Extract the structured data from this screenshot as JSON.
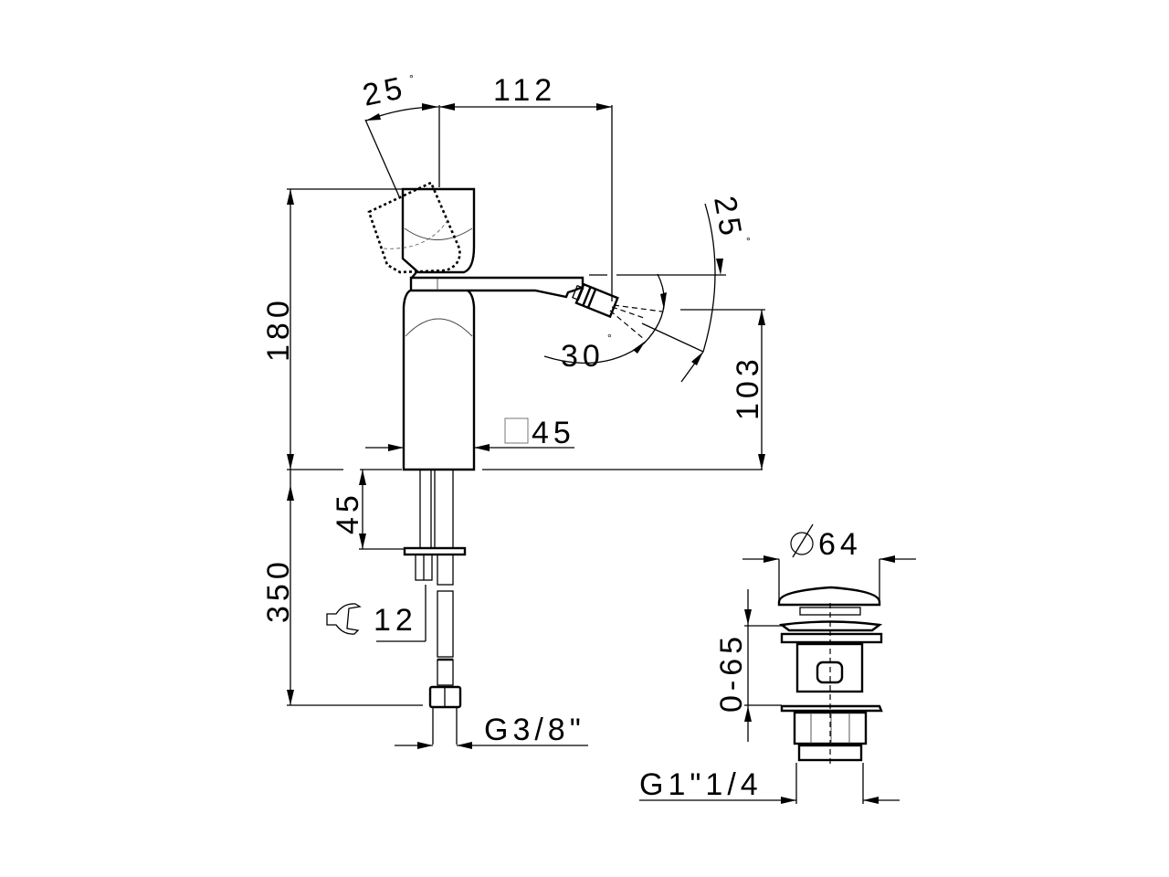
{
  "drawing": {
    "title": "Bidet mixer technical drawing",
    "units": "mm",
    "colors": {
      "line": "#000000",
      "background": "#ffffff",
      "secondary_line": "#555555"
    }
  },
  "dimensions": {
    "handle_rotation": {
      "value": "25",
      "unit": "°"
    },
    "spout_reach": {
      "value": "112"
    },
    "spout_swivel": {
      "value": "25",
      "unit": "°"
    },
    "spray_angle": {
      "value": "30",
      "unit": "°"
    },
    "total_height": {
      "value": "180"
    },
    "spout_height": {
      "value": "103"
    },
    "body_square": {
      "symbol": "□",
      "value": "45"
    },
    "shank_length": {
      "value": "45"
    },
    "hose_length": {
      "value": "350"
    },
    "nut_wrench": {
      "value": "12"
    },
    "hose_thread": {
      "value": "G3/8\""
    },
    "waste_diameter": {
      "symbol": "⌀",
      "value": "64"
    },
    "waste_range": {
      "value": "0-65"
    },
    "waste_thread": {
      "value": "G1\"1/4"
    }
  },
  "icons": {
    "square_symbol": "square-section-icon",
    "diameter_symbol": "diameter-icon",
    "wrench_symbol": "wrench-icon",
    "degree_symbol": "degree-icon"
  }
}
